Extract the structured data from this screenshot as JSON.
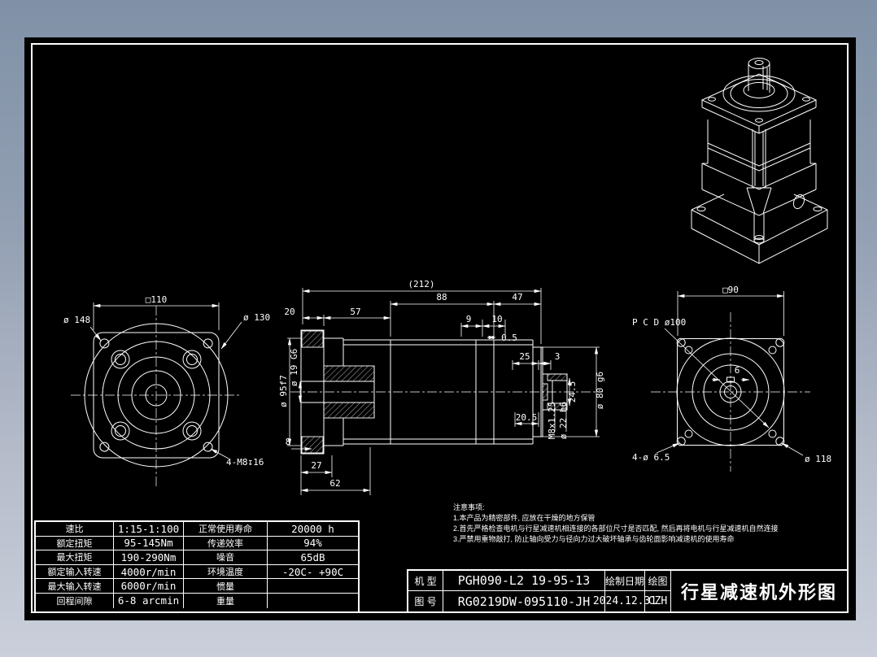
{
  "colors": {
    "background_top": "#8091a7",
    "background_bottom": "#cacfdb",
    "canvas": "#000000",
    "line": "#ffffff"
  },
  "views": {
    "front": {
      "dim_square": "□110",
      "dim_d148": "ø 148",
      "dim_d130": "ø 130",
      "dim_holes": "4-M8↧16"
    },
    "section": {
      "dims": {
        "overall": "(212)",
        "d88": "88",
        "d47": "47",
        "d20": "20",
        "d57": "57",
        "d9": "9",
        "d10": "10",
        "d05": "0.5",
        "d25": "25",
        "d3": "3",
        "d205": "20.5",
        "d245": "24.5",
        "thread": "M8x1.25",
        "bore22": "ø 22 h6",
        "pilot80": "ø 80 g6",
        "spigot95": "ø 95f7",
        "bore19": "ø 19 G6",
        "d8": "8",
        "d27": "27",
        "d62": "62"
      }
    },
    "rear": {
      "dim_square": "□90",
      "dim_pcd": "P C D ø100",
      "dim_holes": "4-ø 6.5",
      "dim_d118": "ø 118",
      "dim_key": "6"
    }
  },
  "notes": {
    "heading": "注意事项:",
    "line1": "1.本产品为精密部件, 应放在干燥的地方保管",
    "line2": "2.首先严格检查电机与行星减速机相连接的各部位尺寸是否匹配, 然后再将电机与行星减速机自然连接",
    "line3": "3.严禁用重物敲打, 防止轴向受力与径向力过大破坏轴承与齿轮面影响减速机的使用寿命"
  },
  "spec_table": {
    "rows": [
      {
        "k1": "速比",
        "v1": "1:15-1:100",
        "k2": "正常使用寿命",
        "v2": "20000 h"
      },
      {
        "k1": "额定扭矩",
        "v1": "95-145Nm",
        "k2": "传递效率",
        "v2": "94%"
      },
      {
        "k1": "最大扭矩",
        "v1": "190-290Nm",
        "k2": "噪音",
        "v2": "65dB"
      },
      {
        "k1": "额定输入转速",
        "v1": "4000r/min",
        "k2": "环境温度",
        "v2": "-20C- +90C"
      },
      {
        "k1": "最大输入转速",
        "v1": "6000r/min",
        "k2": "惯量",
        "v2": ""
      },
      {
        "k1": "回程间隙",
        "v1": "6-8 arcmin",
        "k2": "重量",
        "v2": ""
      }
    ]
  },
  "title_block": {
    "model_label": "机 型",
    "model": "PGH090-L2 19-95-13",
    "date_label": "绘制日期",
    "author_label": "绘图",
    "dwg_label": "图 号",
    "dwg_no": "RG0219DW-095110-JH",
    "date": "2024.12.31",
    "author": "CZH",
    "title": "行星减速机外形图"
  }
}
